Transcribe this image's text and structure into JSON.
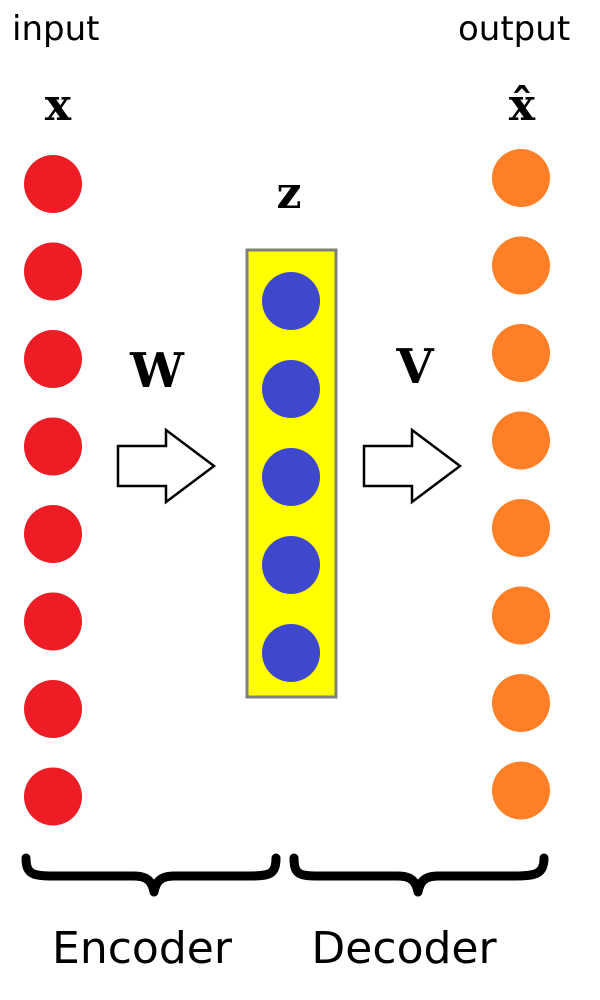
{
  "labels": {
    "input": "input",
    "output": "output",
    "x": "x",
    "x_hat": "x̂",
    "z": "z",
    "W": "W",
    "V": "V",
    "encoder": "Encoder",
    "decoder": "Decoder"
  },
  "layers": {
    "input_nodes": 8,
    "latent_nodes": 5,
    "output_nodes": 8
  },
  "colors": {
    "input_node": "#ee1c25",
    "latent_node": "#3f48cc",
    "output_node": "#ff7f27",
    "latent_box": "#ffff00",
    "latent_box_border": "#7f7f7f"
  }
}
